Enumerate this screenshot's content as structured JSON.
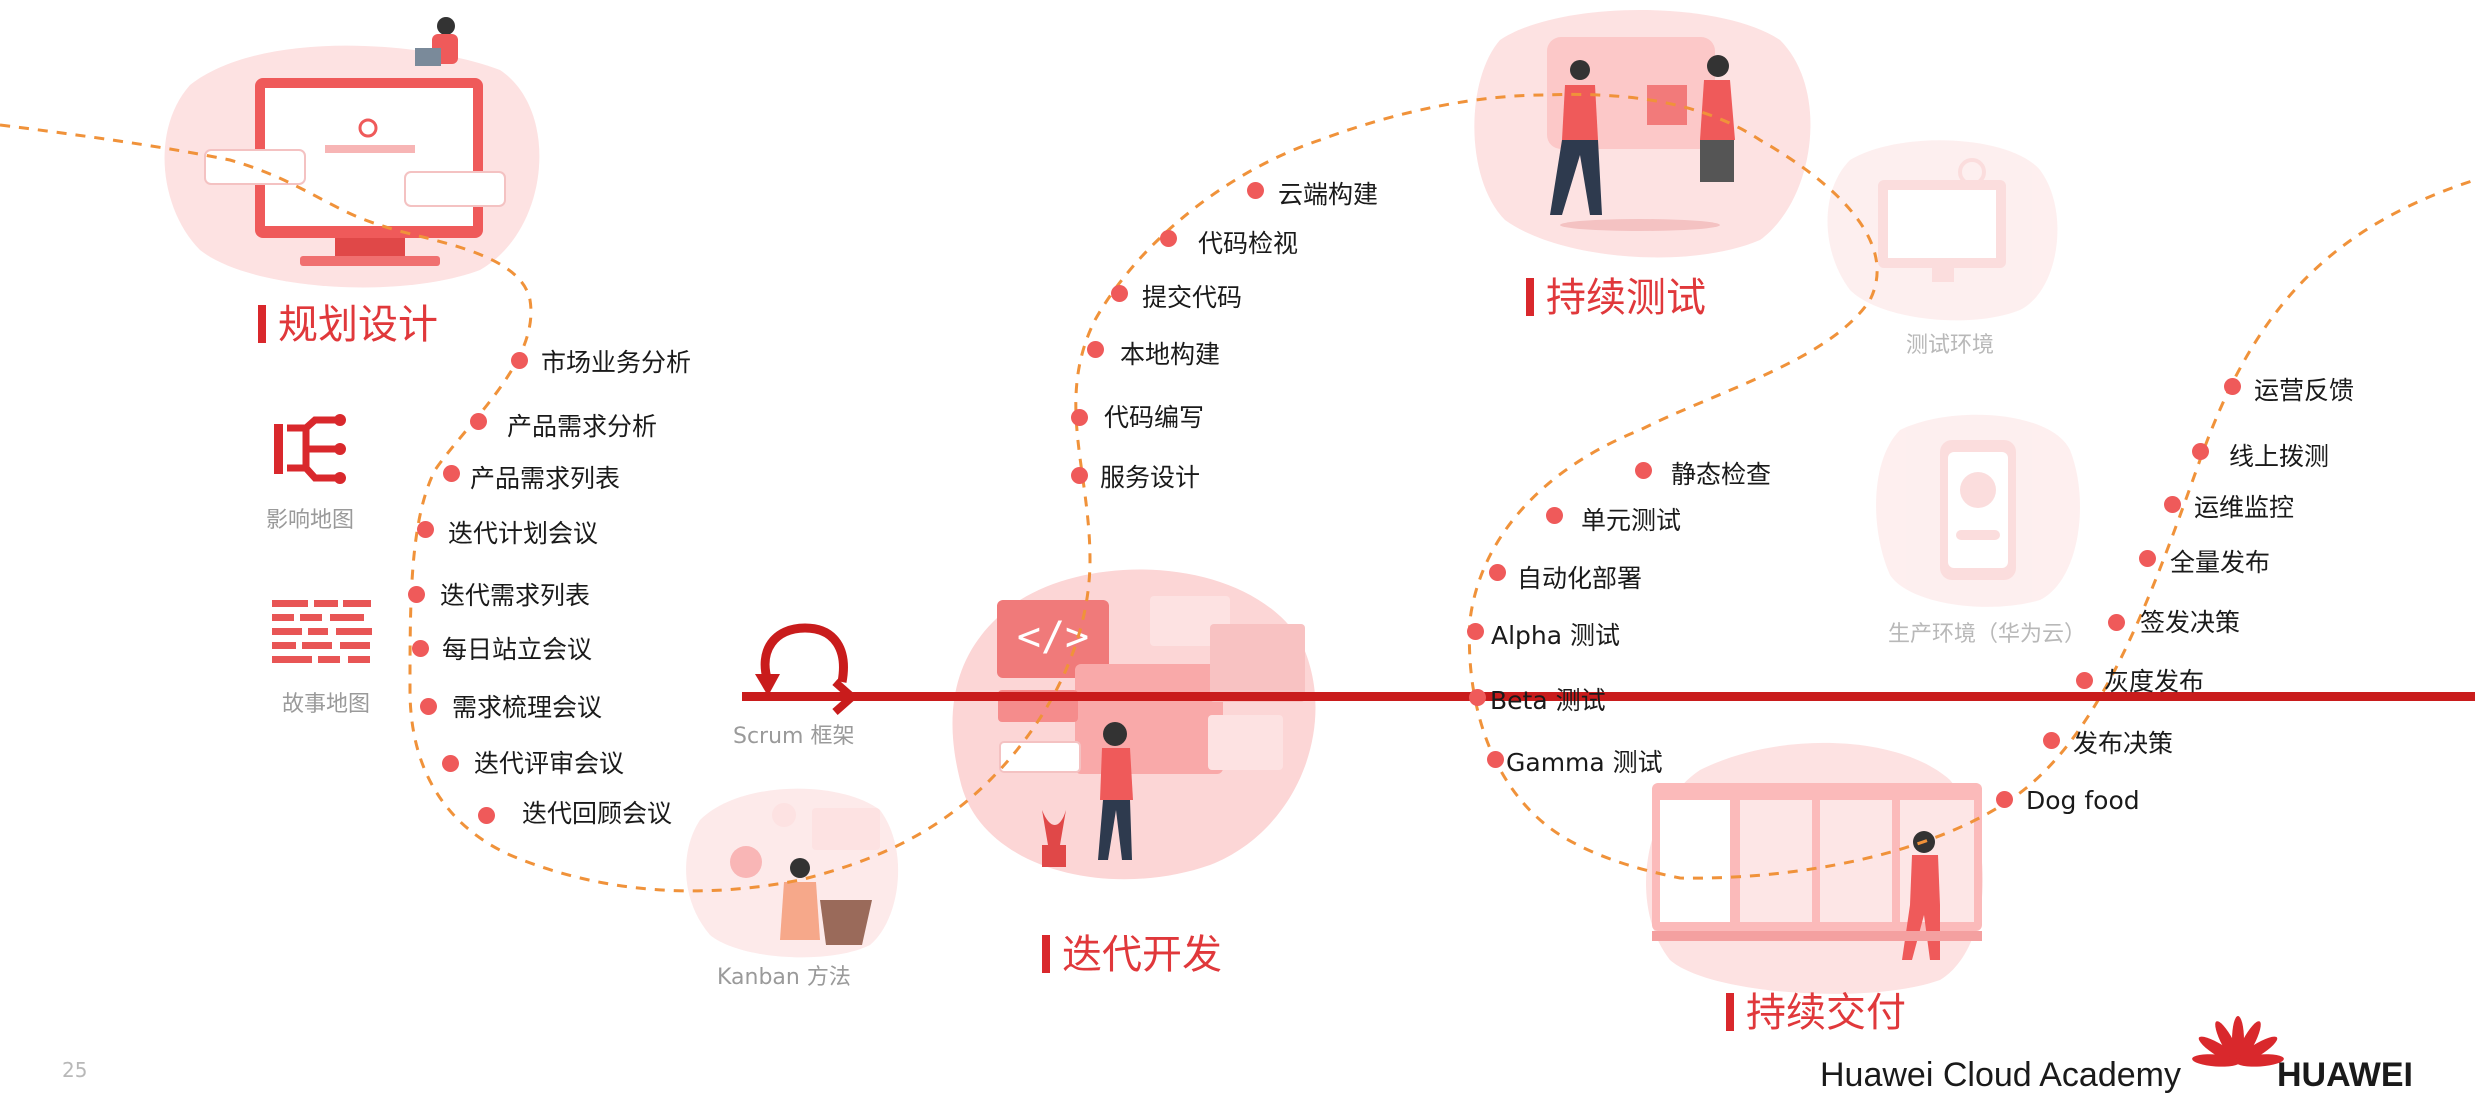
{
  "page_number": "25",
  "colors": {
    "accent": "#d9282c",
    "dot": "#ef5a5a",
    "path": "#f0923a",
    "blob": "#fde2e2",
    "gray": "#9a9a9a"
  },
  "stages": {
    "planning": "规划设计",
    "dev": "迭代开发",
    "testing": "持续测试",
    "delivery": "持续交付"
  },
  "labels": {
    "impact_map": "影响地图",
    "story_map": "故事地图",
    "scrum": "Scrum 框架",
    "kanban": "Kanban 方法",
    "test_env": "测试环境",
    "prod_env": "生产环境（华为云）"
  },
  "planning_items": [
    "市场业务分析",
    "产品需求分析",
    "产品需求列表",
    "迭代计划会议",
    "迭代需求列表",
    "每日站立会议",
    "需求梳理会议",
    "迭代评审会议",
    "迭代回顾会议"
  ],
  "dev_items": [
    "云端构建",
    "代码检视",
    "提交代码",
    "本地构建",
    "代码编写",
    "服务设计"
  ],
  "test_items": [
    "静态检查",
    "单元测试",
    "自动化部署",
    "Alpha 测试",
    "Beta 测试",
    "Gamma 测试"
  ],
  "delivery_items": [
    "运营反馈",
    "线上拨测",
    "运维监控",
    "全量发布",
    "签发决策",
    "灰度发布",
    "发布决策",
    "Dog food"
  ],
  "footer": {
    "academy": "Huawei Cloud Academy",
    "brand": "HUAWEI"
  },
  "icons": {
    "impact_map": "hierarchy-icon",
    "story_map": "grid-list-icon",
    "scrum": "cycle-arrow-icon",
    "huawei": "huawei-petal-logo-icon"
  }
}
